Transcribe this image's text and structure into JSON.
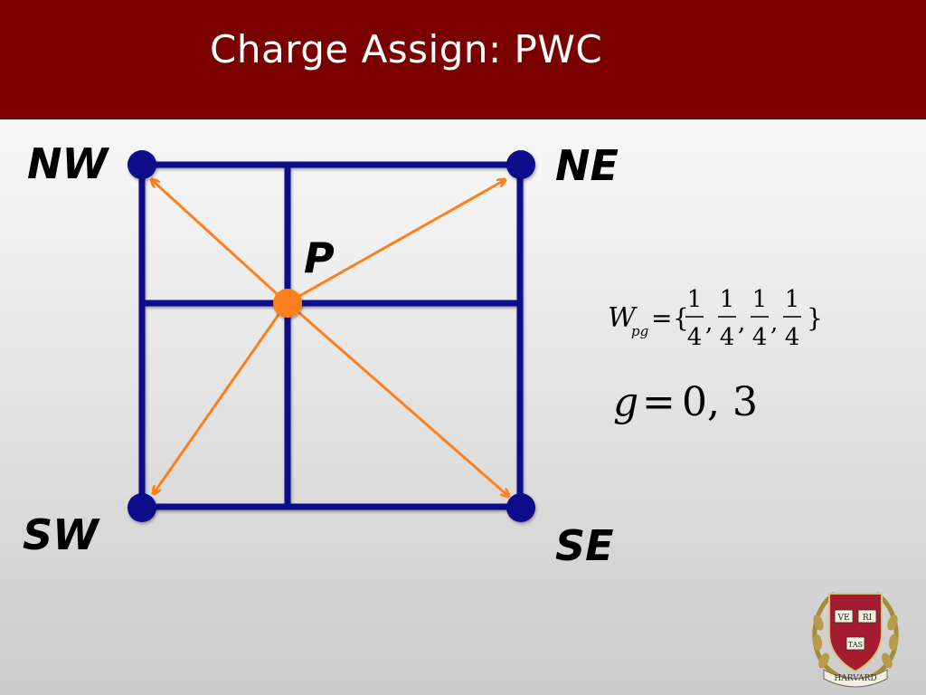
{
  "slide": {
    "title": "Charge Assign: PWC"
  },
  "diagram": {
    "corners": {
      "nw": "NW",
      "ne": "NE",
      "sw": "SW",
      "se": "SE"
    },
    "particle_label": "P",
    "colors": {
      "header": "#7a0000",
      "grid": "#0a0a8c",
      "node": "#0a0a8c",
      "particle": "#ff7f1a",
      "arrow": "#ff7f1a"
    }
  },
  "formula": {
    "weight_symbol": "W",
    "weight_subscript": "pg",
    "equals": "=",
    "open_brace": "{",
    "close_brace": "}",
    "fractions": [
      {
        "num": "1",
        "den": "4"
      },
      {
        "num": "1",
        "den": "4"
      },
      {
        "num": "1",
        "den": "4"
      },
      {
        "num": "1",
        "den": "4"
      }
    ],
    "separator": ",",
    "g_symbol": "g",
    "g_values": "0, 3"
  },
  "seal": {
    "shield_text": [
      "VE",
      "RI",
      "TAS"
    ],
    "banner_text": "HARVARD"
  }
}
